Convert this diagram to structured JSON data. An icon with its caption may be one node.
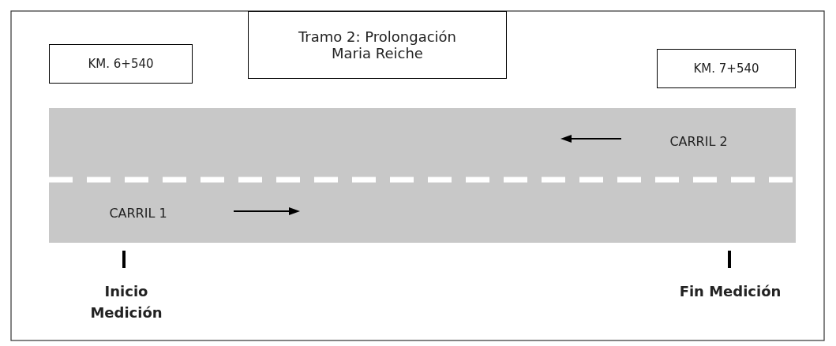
{
  "diagram": {
    "nodes": [
      {
        "text": [
          "Tramo 2: Prolongación Maria Reiche"
        ]
      },
      {
        "text": [
          "KM. 6+540"
        ]
      },
      {
        "text": [
          "KM. 7+540"
        ]
      }
    ],
    "labels": [
      "CARRIL 2",
      "CARRIL 1",
      "Inicio Medición",
      "Fin Medición"
    ]
  }
}
